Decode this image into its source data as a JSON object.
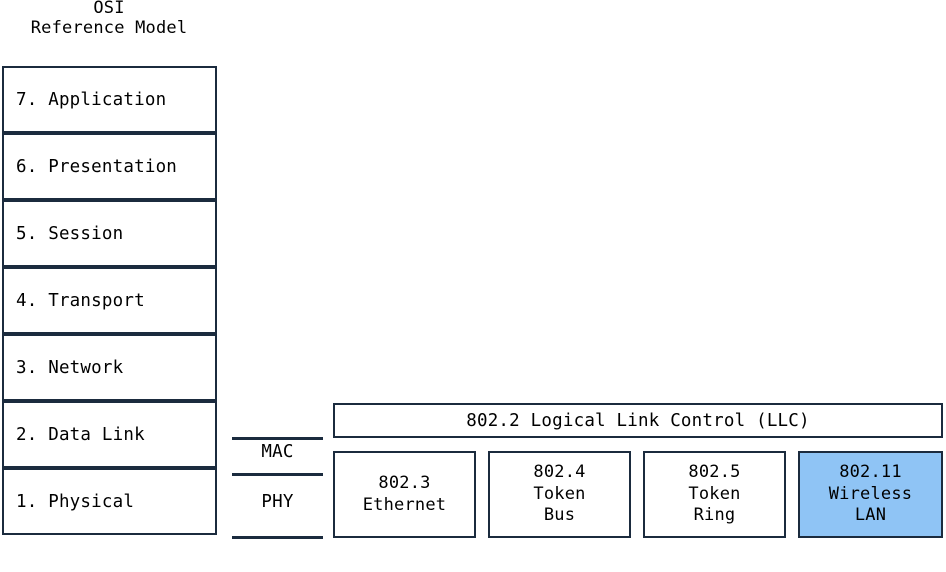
{
  "diagram": {
    "title": {
      "line1": "OSI",
      "line2": "Reference Model"
    },
    "osi_layers": [
      {
        "label": "7. Application"
      },
      {
        "label": "6. Presentation"
      },
      {
        "label": "5. Session"
      },
      {
        "label": "4. Transport"
      },
      {
        "label": "3. Network"
      },
      {
        "label": "2. Data Link"
      },
      {
        "label": "1. Physical"
      }
    ],
    "sublayers": [
      {
        "label": "MAC"
      },
      {
        "label": "PHY"
      }
    ],
    "llc": {
      "label": "802.2 Logical Link Control (LLC)"
    },
    "protocols": [
      {
        "line1": "802.3",
        "line2": "Ethernet",
        "line3": "",
        "highlighted": false
      },
      {
        "line1": "802.4",
        "line2": "Token",
        "line3": "Bus",
        "highlighted": false
      },
      {
        "line1": "802.5",
        "line2": "Token",
        "line3": "Ring",
        "highlighted": false
      },
      {
        "line1": "802.11",
        "line2": "Wireless",
        "line3": "LAN",
        "highlighted": true
      }
    ],
    "colors": {
      "border": "#1b2b3e",
      "background": "#ffffff",
      "text": "#000000",
      "highlight_fill": "#8fc4f5"
    }
  }
}
